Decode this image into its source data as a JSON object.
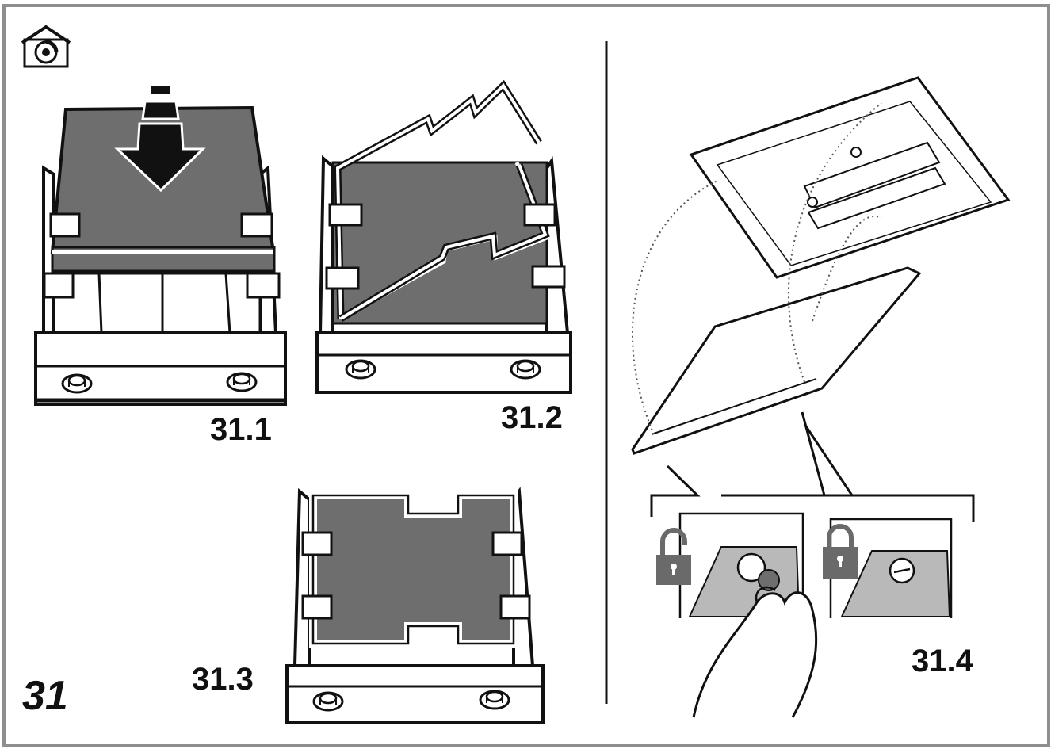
{
  "figure": {
    "number": "31",
    "header_icon": "house-cooker-hood-icon"
  },
  "steps": [
    {
      "id": "step-1",
      "label": "31.1",
      "illustration": "insert-filter-down-arrow"
    },
    {
      "id": "step-2",
      "label": "31.2",
      "illustration": "filter-inserted-lifted"
    },
    {
      "id": "step-3",
      "label": "31.3",
      "illustration": "filter-seated-in-tray"
    },
    {
      "id": "step-4",
      "label": "31.4",
      "illustration": "attach-panel-screw-lock"
    }
  ],
  "icons": {
    "unlock": "padlock-open-icon",
    "lock": "padlock-closed-icon"
  },
  "colors": {
    "filter_gray": "#6e6e6e",
    "frame_border": "#8e8e8e",
    "ink": "#111111",
    "padlock": "#6a6a6a"
  }
}
